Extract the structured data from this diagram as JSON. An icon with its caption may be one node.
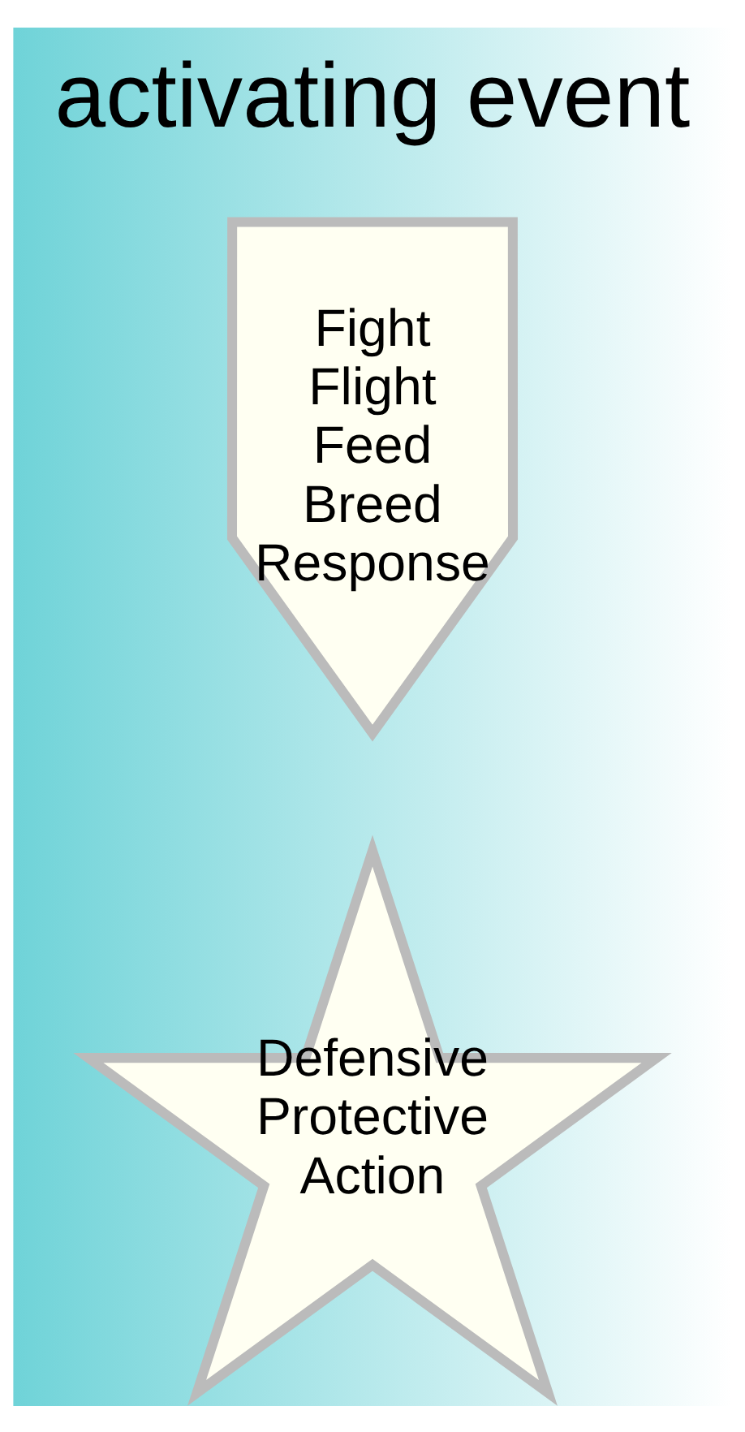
{
  "diagram": {
    "title": "activating event",
    "nodes": [
      {
        "text": [
          "Fight Flight Feed Breed Response"
        ]
      },
      {
        "text": [
          "Defensive Protective Action"
        ]
      }
    ]
  }
}
